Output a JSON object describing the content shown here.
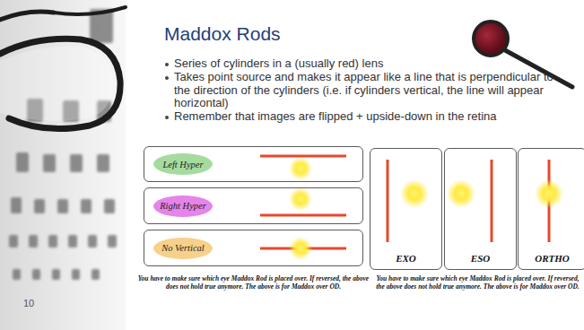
{
  "diagram": {
    "title": "Maddox Rods",
    "nodes": [
      {
        "text": [
          "Left Hyper"
        ]
      },
      {
        "text": [
          "Right Hyper"
        ]
      },
      {
        "text": [
          "No Vertical"
        ]
      },
      {
        "text": [
          "EXO"
        ]
      },
      {
        "text": [
          "ESO"
        ]
      },
      {
        "text": [
          "ORTHO"
        ]
      }
    ],
    "labels": [
      "Series of cylinders in a (usually red) lens",
      "Takes point source and makes it appear like a line that is perpendicular to the direction of the cylinders (i.e. if cylinders vertical, the line will appear horizontal)",
      "Remember that images are flipped + upside-down in the retina",
      "You have to make sure which eye Maddox Rod is placed over. If reversed, the above does not hold true anymore. The above is for Maddox over OD.",
      "You have to make sure which eye Maddox Rod is placed over. If reversed, the above does not hold true anymore. The above is for Maddox over OD.",
      "10"
    ]
  }
}
